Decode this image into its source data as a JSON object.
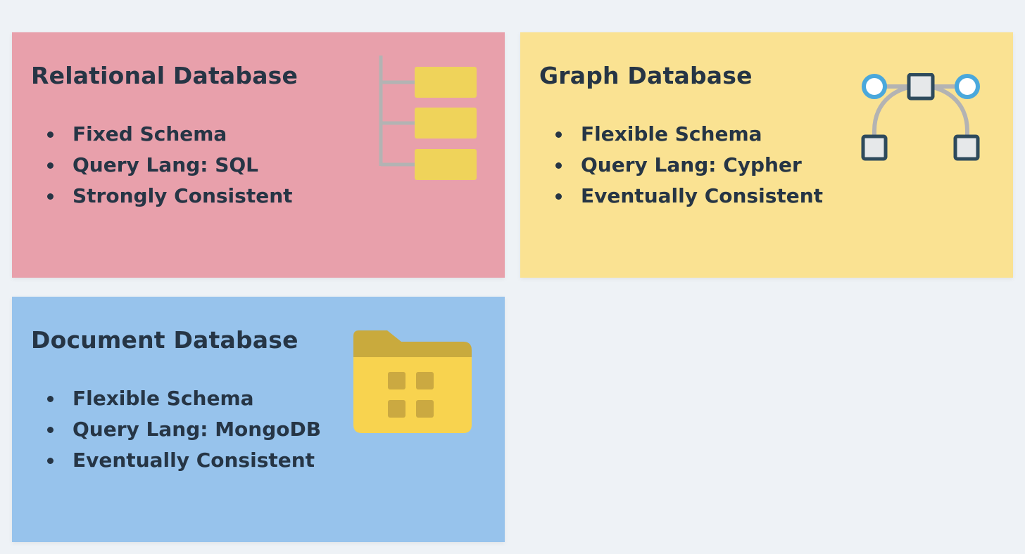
{
  "colors": {
    "background": "#eef2f6",
    "text": "#263545",
    "relational_card": "#e8a0ab",
    "graph_card": "#fae292",
    "document_card": "#97c3ec",
    "icon_yellow": "#efd35a",
    "icon_gray": "#b3b3b3",
    "node_blue": "#4aa8dc",
    "node_dark": "#2e4a5c",
    "folder_tab": "#c9aa3d",
    "folder_body": "#f8d34f",
    "folder_squares": "#cba941"
  },
  "cards": [
    {
      "key": "relational",
      "title": "Relational Database",
      "bullets": [
        "Fixed Schema",
        "Query Lang: SQL",
        "Strongly Consistent"
      ],
      "icon": "table-tree-icon"
    },
    {
      "key": "graph",
      "title": "Graph Database",
      "bullets": [
        "Flexible Schema",
        "Query Lang: Cypher",
        "Eventually Consistent"
      ],
      "icon": "bezier-nodes-icon"
    },
    {
      "key": "document",
      "title": "Document Database",
      "bullets": [
        "Flexible Schema",
        "Query Lang: MongoDB",
        "Eventually Consistent"
      ],
      "icon": "folder-icon"
    }
  ]
}
